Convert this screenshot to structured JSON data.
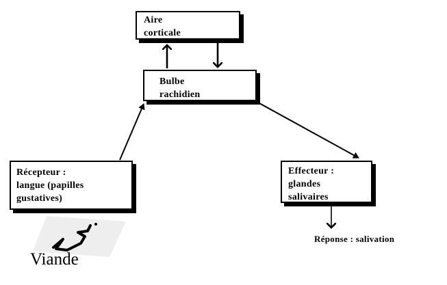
{
  "diagram": {
    "cortex_box": {
      "lines": [
        "Aire",
        "corticale"
      ]
    },
    "bulbe_box": {
      "lines": [
        "Bulbe",
        "rachidien"
      ]
    },
    "receptor_box": {
      "lines": [
        "Récepteur :",
        "langue (papilles",
        "gustatives)"
      ]
    },
    "effector_box": {
      "lines": [
        "Effecteur :",
        "glandes",
        "salivaires"
      ]
    },
    "response_label": "Réponse : salivation",
    "stimulus_label": "Viande"
  },
  "colors": {
    "line": "#000000",
    "background": "#ffffff",
    "image_bg": "#eeeeee"
  }
}
